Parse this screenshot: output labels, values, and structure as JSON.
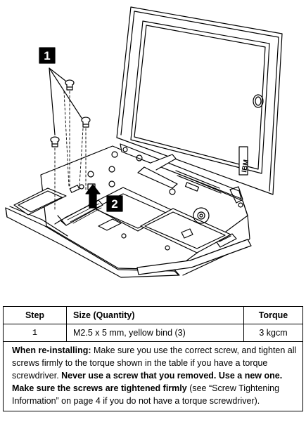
{
  "callouts": {
    "first": "1",
    "second": "2"
  },
  "bezel_brand": "IBM",
  "table": {
    "headers": {
      "step": "Step",
      "size": "Size (Quantity)",
      "torque": "Torque"
    },
    "rows": [
      {
        "step": "1",
        "size": "M2.5 x 5 mm, yellow bind (3)",
        "torque": "3 kgcm"
      }
    ],
    "note": {
      "lead": "When re-installing:",
      "text1": " Make sure you use the correct screw, and tighten all screws firmly to the torque shown in the table if you have a torque screwdriver.  ",
      "bold1": "Never use a screw that you removed.  Use a new one.  Make sure the screws are tightened firmly",
      "text2": " (see “Screw Tightening Information” on page 4 if you do not have a torque screwdriver)."
    }
  }
}
